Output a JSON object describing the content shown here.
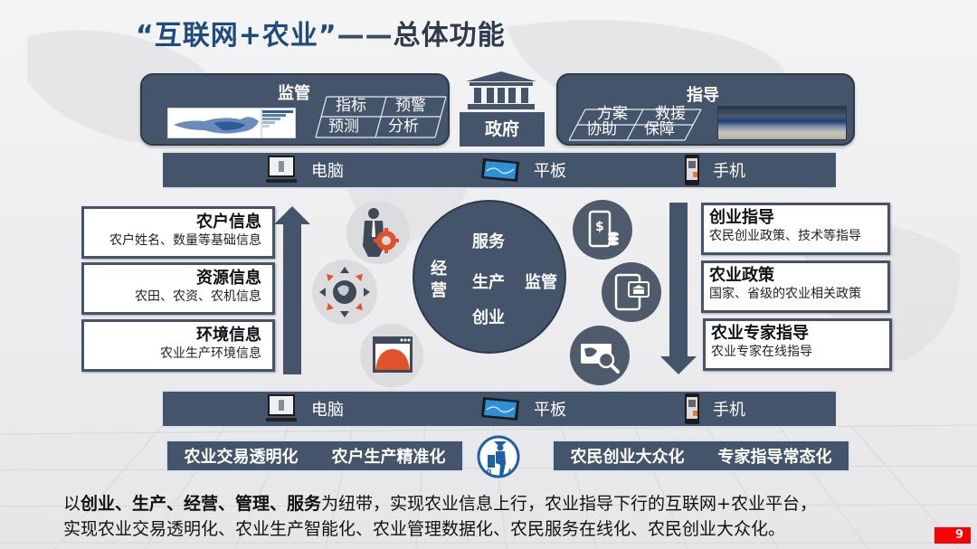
{
  "slide": {
    "title": {
      "quoted": "“互联网+农业”",
      "dash": "——",
      "suffix": "总体功能"
    },
    "page_number": "9"
  },
  "top": {
    "supervision": {
      "title": "监管",
      "items": [
        "指标",
        "预警",
        "预测",
        "分析"
      ],
      "image": "china-map-thumbnail"
    },
    "government": {
      "label": "政府",
      "icon": "government-building-icon"
    },
    "guidance": {
      "title": "指导",
      "items": [
        "方案",
        "救援",
        "协助",
        "保障"
      ],
      "image": "control-hall-photo"
    }
  },
  "device_bars": {
    "top": [
      {
        "label": "电脑",
        "icon": "desktop-computer-icon"
      },
      {
        "label": "平板",
        "icon": "tablet-icon"
      },
      {
        "label": "手机",
        "icon": "mobile-phone-icon"
      }
    ],
    "bottom": [
      {
        "label": "电脑",
        "icon": "desktop-computer-icon"
      },
      {
        "label": "平板",
        "icon": "tablet-icon"
      },
      {
        "label": "手机",
        "icon": "mobile-phone-icon"
      }
    ]
  },
  "left_info": [
    {
      "title": "农户信息",
      "desc": "农户姓名、数量等基础信息"
    },
    {
      "title": "资源信息",
      "desc": "农田、农资、农机信息"
    },
    {
      "title": "环境信息",
      "desc": "农业生产环境信息"
    }
  ],
  "right_info": [
    {
      "title": "创业指导",
      "desc": "农民创业政策、技术等指导"
    },
    {
      "title": "农业政策",
      "desc": "国家、省级的农业相关政策"
    },
    {
      "title": "农业专家指导",
      "desc": "农业专家在线指导"
    }
  ],
  "center_circle": {
    "top": "服务",
    "left_line1": "经",
    "left_line2": "营",
    "middle": "生产",
    "right": "监管",
    "bottom": "创业"
  },
  "center_icons": {
    "left": [
      "businessman-gear-icon",
      "globe-arrows-icon",
      "browser-globe-icon"
    ],
    "right": [
      "phone-dollar-coins-icon",
      "tablet-bank-chat-icon",
      "map-magnifier-icon"
    ]
  },
  "bottom_tags": {
    "left": [
      "农业交易透明化",
      "农户生产精准化"
    ],
    "right": [
      "农民创业大众化",
      "专家指导常态化"
    ],
    "logo": "farmer-logo-icon"
  },
  "summary": {
    "line1_prefix": "以",
    "line1_bold": "创业、生产、经营、管理、服务",
    "line1_rest": "为纽带，实现农业信息上行，农业指导下行的互联网+农业平台，",
    "line2": "实现农业交易透明化、农业生产智能化、农业管理数据化、农民服务在线化、农民创业大众化。"
  },
  "colors": {
    "navy": "#44546a",
    "title_blue": "#1e4b7f",
    "accent_orange": "#e0532a",
    "logo_blue": "#1f5fa8",
    "page_badge": "#ff0000"
  }
}
